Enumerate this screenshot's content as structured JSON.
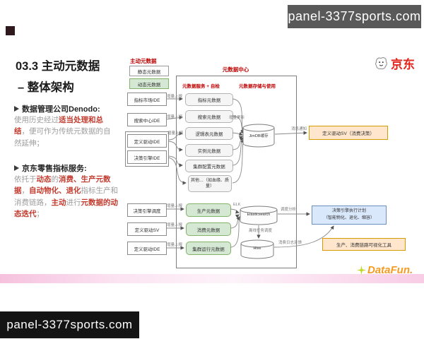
{
  "watermarks": {
    "top": "panel-3377sports.com",
    "bottom": "panel-3377sports.com"
  },
  "left_panel": {
    "title_line1": "03.3 主动元数据",
    "title_line2": "– 整体架构",
    "bullet1_heading": "数据管理公司Denodo:",
    "bullet1_segments": [
      {
        "t": "使用历史经过",
        "red": false
      },
      {
        "t": "适当处理和总结",
        "red": true
      },
      {
        "t": "，便可作为传统元数据的自然延伸；",
        "red": false
      }
    ],
    "bullet2_heading": "京东零售指标服务:",
    "bullet2_segments": [
      {
        "t": "依托于",
        "red": false
      },
      {
        "t": "动态",
        "red": true
      },
      {
        "t": "的",
        "red": false
      },
      {
        "t": "消费、生产元数据",
        "red": true
      },
      {
        "t": "，",
        "red": false
      },
      {
        "t": "自动物化、退化",
        "red": true
      },
      {
        "t": "指标生产和消费链路，",
        "red": false
      },
      {
        "t": "主动",
        "red": true
      },
      {
        "t": "进行",
        "red": false
      },
      {
        "t": "元数据的动态迭代",
        "red": true
      },
      {
        "t": "；",
        "red": false
      }
    ]
  },
  "legend": {
    "title": "主动元数据",
    "static_label": "静态元数据",
    "dynamic_label": "动态元数据"
  },
  "diagram": {
    "center_title": "元数据中心",
    "section_service": "元数据服务 + 自检",
    "section_storage": "元数据存储与使用",
    "sources": [
      "指标市场IDE",
      "搜索中心IDE",
      "定义驱动IDE",
      "决策引擎IDE",
      "决策引擎调度",
      "定义驱动SV",
      "定义驱动IDE"
    ],
    "static_meta": [
      "指标元数据",
      "搜索元数据",
      "逻辑表元数据",
      "实例元数据",
      "集群配置元数据",
      "其他…（如血缘、质量）"
    ],
    "dynamic_meta": [
      "生产元数据",
      "消费元数据",
      "集群运行元数据"
    ],
    "stores": {
      "cache": "JimDB缓存",
      "search": "Elasticsearch",
      "warehouse": "Hive"
    },
    "edge_labels": {
      "incr_report": "增量上报",
      "incr_update": "增量更新",
      "elk": "ELK",
      "msg_notify": "消息通知",
      "dispatch_analysis": "调度分析",
      "offline_schedule": "离线任务调度",
      "log_feedback": "消费日志反馈"
    },
    "right_boxes": {
      "sv": "定义驱动SV（消费决策）",
      "plan_line1": "决策引擎执行计划",
      "plan_line2": "（智能物化、退化、缩容）",
      "tool": "生产、消费链路可视化工具"
    }
  },
  "logos": {
    "jd": "京东",
    "datafun": "DataFun."
  },
  "colors": {
    "jd_red": "#e1251b",
    "highlight_red": "#c23b2e",
    "dynamic_green": "#d5e8d4",
    "plan_blue": "#dae8fc",
    "consumer_tan": "#ffe6cc"
  }
}
